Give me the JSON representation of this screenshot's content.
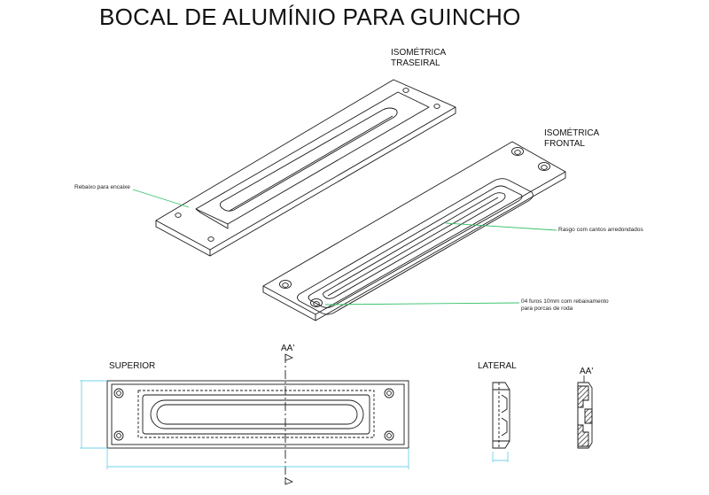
{
  "title": "BOCAL DE ALUMÍNIO PARA GUINCHO",
  "views": {
    "iso_back_line1": "ISOMÉTRICA",
    "iso_back_line2": "TRASEIRAL",
    "iso_front_line1": "ISOMÉTRICA",
    "iso_front_line2": "FRONTAL",
    "top": "SUPERIOR",
    "side": "LATERAL",
    "section_mark": "AA'",
    "section_mark_side": "AA'"
  },
  "callouts": {
    "recess": "Rebaixo para encaixe",
    "slot": "Rasgo com cantos arredondados",
    "holes_line1": "04 furos 10mm com rebaixamento",
    "holes_line2": "para porcas de roda"
  },
  "colors": {
    "line": "#1a1a1a",
    "leader": "#35c26a",
    "dimension": "#6fd3e8",
    "hatch": "#222222"
  }
}
